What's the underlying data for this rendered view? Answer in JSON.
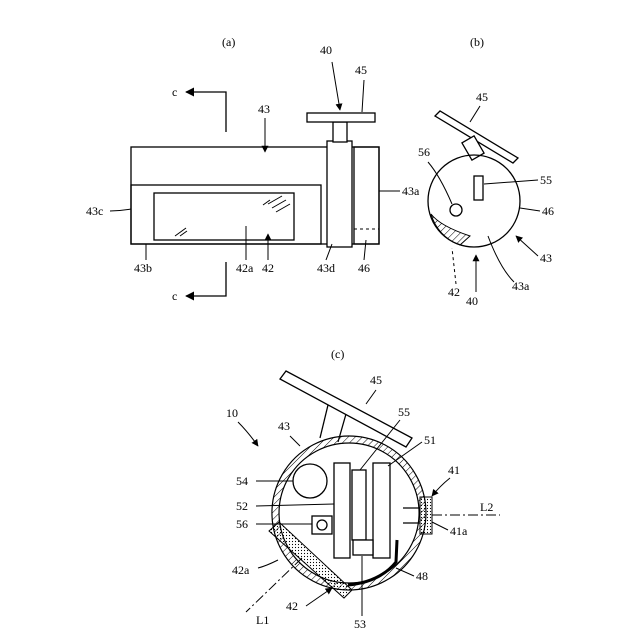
{
  "figure_a": {
    "panel_label": "(a)",
    "labels": {
      "c_top": "c",
      "c_bottom": "c",
      "n40": "40",
      "n45": "45",
      "n43": "43",
      "n43a": "43a",
      "n43c": "43c",
      "n43b": "43b",
      "n42a": "42a",
      "n42": "42",
      "n43d": "43d",
      "n46": "46"
    }
  },
  "figure_b": {
    "panel_label": "(b)",
    "labels": {
      "n45": "45",
      "n56": "56",
      "n55": "55",
      "n46": "46",
      "n43": "43",
      "n42": "42",
      "n40": "40",
      "n43a": "43a"
    }
  },
  "figure_c": {
    "panel_label": "(c)",
    "labels": {
      "n45": "45",
      "n10": "10",
      "n43": "43",
      "n55": "55",
      "n51": "51",
      "n41": "41",
      "n54": "54",
      "n52": "52",
      "L2": "L2",
      "n56": "56",
      "n41a": "41a",
      "n42a": "42a",
      "n48": "48",
      "L1": "L1",
      "n42": "42",
      "n53": "53"
    }
  }
}
